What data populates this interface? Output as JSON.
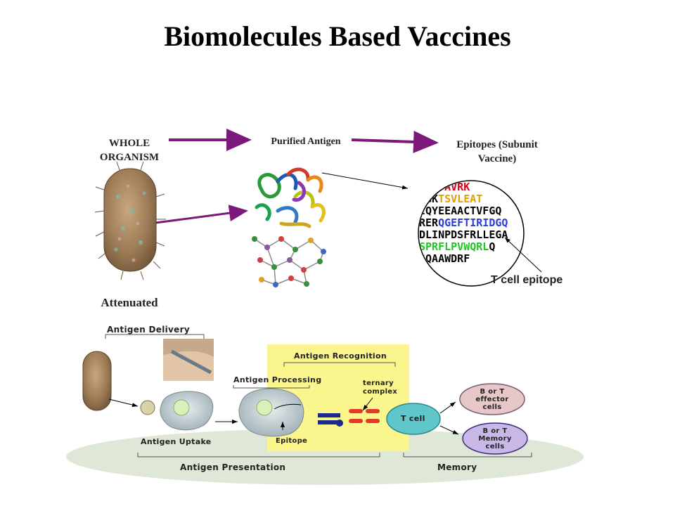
{
  "title": "Biomolecules Based Vaccines",
  "top": {
    "whole_organism": "WHOLE ORGANISM",
    "purified_antigen": "Purified Antigen",
    "epitopes": "Epitopes (Subunit Vaccine)",
    "attenuated": "Attenuated",
    "t_cell_epitope": "T cell epitope"
  },
  "sequence": {
    "lines": [
      [
        {
          "t": "  PTAVRK",
          "c": "#d4001a"
        }
      ],
      [
        {
          "t": "SGK",
          "c": "#000000"
        },
        {
          "t": "TSVLEAT",
          "c": "#e0a000"
        }
      ],
      [
        {
          "t": "IQYEEAACTVFGQ",
          "c": "#000000"
        }
      ],
      [
        {
          "t": "RER",
          "c": "#000000"
        },
        {
          "t": "QGEFTIRIDGQ",
          "c": "#2a3bd8"
        }
      ],
      [
        {
          "t": "DLINPDSFRLLEGA",
          "c": "#000000"
        }
      ],
      [
        {
          "t": "SPRFLPVWQRL",
          "c": "#22c422"
        },
        {
          "t": "Q",
          "c": "#000000"
        }
      ],
      [
        {
          "t": "SQAAWDRF",
          "c": "#000000"
        }
      ]
    ]
  },
  "diagram": {
    "antigen_delivery": "Antigen Delivery",
    "antigen_recognition": "Antigen Recognition",
    "antigen_processing": "Antigen Processing",
    "ternary_complex": "ternary complex",
    "t_cell": "T cell",
    "effector": "B or T effector cells",
    "memory_cells": "B or T Memory cells",
    "antigen_uptake": "Antigen Uptake",
    "epitope": "Epitope",
    "antigen_presentation": "Antigen Presentation",
    "memory": "Memory"
  },
  "colors": {
    "purple_arrow": "#7b1a7b",
    "recognition_box": "#fbf58e",
    "ground": "#dfe8d6",
    "effector_cell": "#e8c7c9",
    "memory_cell": "#c8b8e6",
    "t_cell": "#5fc7c9"
  }
}
